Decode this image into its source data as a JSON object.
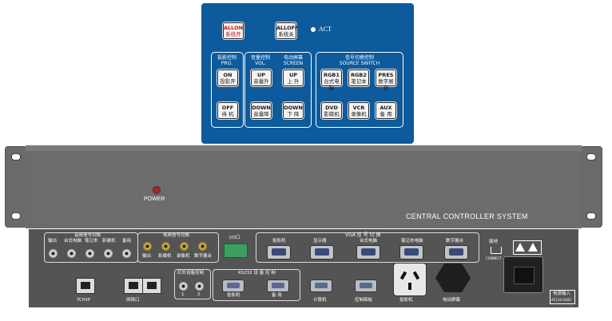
{
  "control_panel": {
    "allon": {
      "line1": "ALLON",
      "line2": "系统开"
    },
    "alloff": {
      "line1": "ALLOFF",
      "line2": "系统关"
    },
    "act": "ACT",
    "proj_group": {
      "title1": "投影控制",
      "title2": "PRO."
    },
    "vol_group": {
      "title1": "音量控制",
      "title2": "VOL."
    },
    "screen_group": {
      "title1": "电动屏幕",
      "title2": "SCREEN"
    },
    "source_group": {
      "title1": "信号切换控制",
      "title2": "SOURCE SWITCH"
    },
    "btn_on": {
      "line1": "ON",
      "line2": "投影开"
    },
    "btn_off": {
      "line1": "OFF",
      "line2": "待 机"
    },
    "btn_vol_up": {
      "line1": "UP",
      "line2": "音量升"
    },
    "btn_vol_down": {
      "line1": "DOWN",
      "line2": "音量降"
    },
    "btn_scr_up": {
      "line1": "UP",
      "line2": "上 升"
    },
    "btn_scr_down": {
      "line1": "DOWN",
      "line2": "下 降"
    },
    "btn_rgb1": {
      "line1": "RGB1",
      "line2": "台式电脑"
    },
    "btn_rgb2": {
      "line1": "RGB2",
      "line2": "笔记本"
    },
    "btn_pres": {
      "line1": "PRES",
      "line2": "数字展台"
    },
    "btn_dvd": {
      "line1": "DVD",
      "line2": "影碟机"
    },
    "btn_vcr": {
      "line1": "VCR",
      "line2": "录像机"
    },
    "btn_aux": {
      "line1": "AUX",
      "line2": "备 用"
    }
  },
  "front": {
    "power": "POWER",
    "system_name": "CENTRAL CONTROLLER SYSTEM"
  },
  "rear": {
    "audio_title": "音频信号切换",
    "audio_labels": [
      "输出",
      "台式电脑",
      "笔记本",
      "影碟机",
      "备用"
    ],
    "video_title": "视频信号切换",
    "video_labels": [
      "输出",
      "影碟机",
      "录像机",
      "数字展台"
    ],
    "io": "I/O口",
    "vga_title": "VGA  信  号  切  换",
    "vga_labels": [
      "投影机",
      "显示器",
      "台式电脑",
      "笔记本电脑",
      "数字展台"
    ],
    "tcpip": "TCP/IP",
    "lan": "网络口",
    "ir_title": "红外设备控制",
    "ir_labels": [
      "1",
      "2"
    ],
    "rs232_title": "RS232 设 备 控 制",
    "rs232_labels": [
      "投影机",
      "备 用"
    ],
    "pc": "计算机",
    "ctrl_panel": "控制面板",
    "projector": "投影机",
    "screen": "电动屏幕",
    "ground": "接地",
    "ground_sub": "CONNECT",
    "power_in": "电源输入",
    "power_spec": "AC110-240V"
  }
}
